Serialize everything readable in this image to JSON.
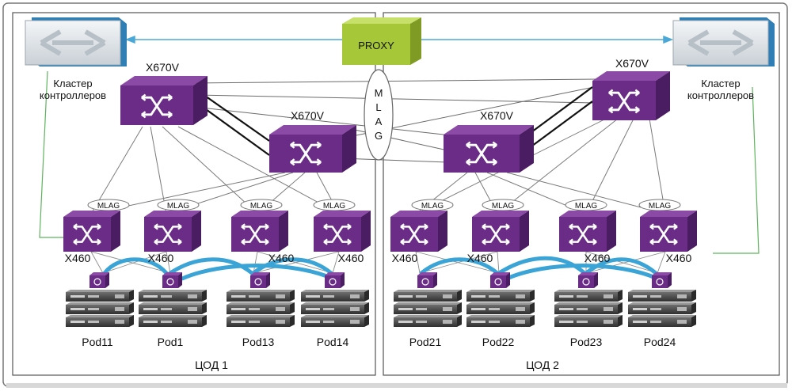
{
  "proxy": {
    "label": "PROXY"
  },
  "controllers": {
    "left": {
      "label1": "Кластер",
      "label2": "контроллеров"
    },
    "right": {
      "label1": "Кластер",
      "label2": "контроллеров"
    }
  },
  "mlag_center": {
    "label": "MLAG",
    "letters": [
      "M",
      "L",
      "A",
      "G"
    ]
  },
  "core_switches": [
    {
      "id": "c1",
      "label": "X670V"
    },
    {
      "id": "c2",
      "label": "X670V"
    },
    {
      "id": "c3",
      "label": "X670V"
    },
    {
      "id": "c4",
      "label": "X670V"
    }
  ],
  "mlag_ellipses": [
    "MLAG",
    "MLAG",
    "MLAG",
    "MLAG",
    "MLAG",
    "MLAG",
    "MLAG",
    "MLAG"
  ],
  "access_switches": [
    "X460",
    "X460",
    "X460",
    "X460",
    "X460",
    "X460",
    "X460",
    "X460"
  ],
  "pods": [
    "Pod11",
    "Pod1",
    "Pod13",
    "Pod14",
    "Pod21",
    "Pod22",
    "Pod23",
    "Pod24"
  ],
  "datacenters": {
    "left": "ЦОД 1",
    "right": "ЦОД 2"
  },
  "colors": {
    "switch_front": "#6a2c86",
    "switch_top": "#8a4aa5",
    "switch_side": "#4a1c61",
    "proxy": "#a6c838",
    "link_blue": "#3aa4d6",
    "ctrl_link": "#4aa8d8",
    "green_link": "#5fb35f",
    "frame": "#444444"
  }
}
